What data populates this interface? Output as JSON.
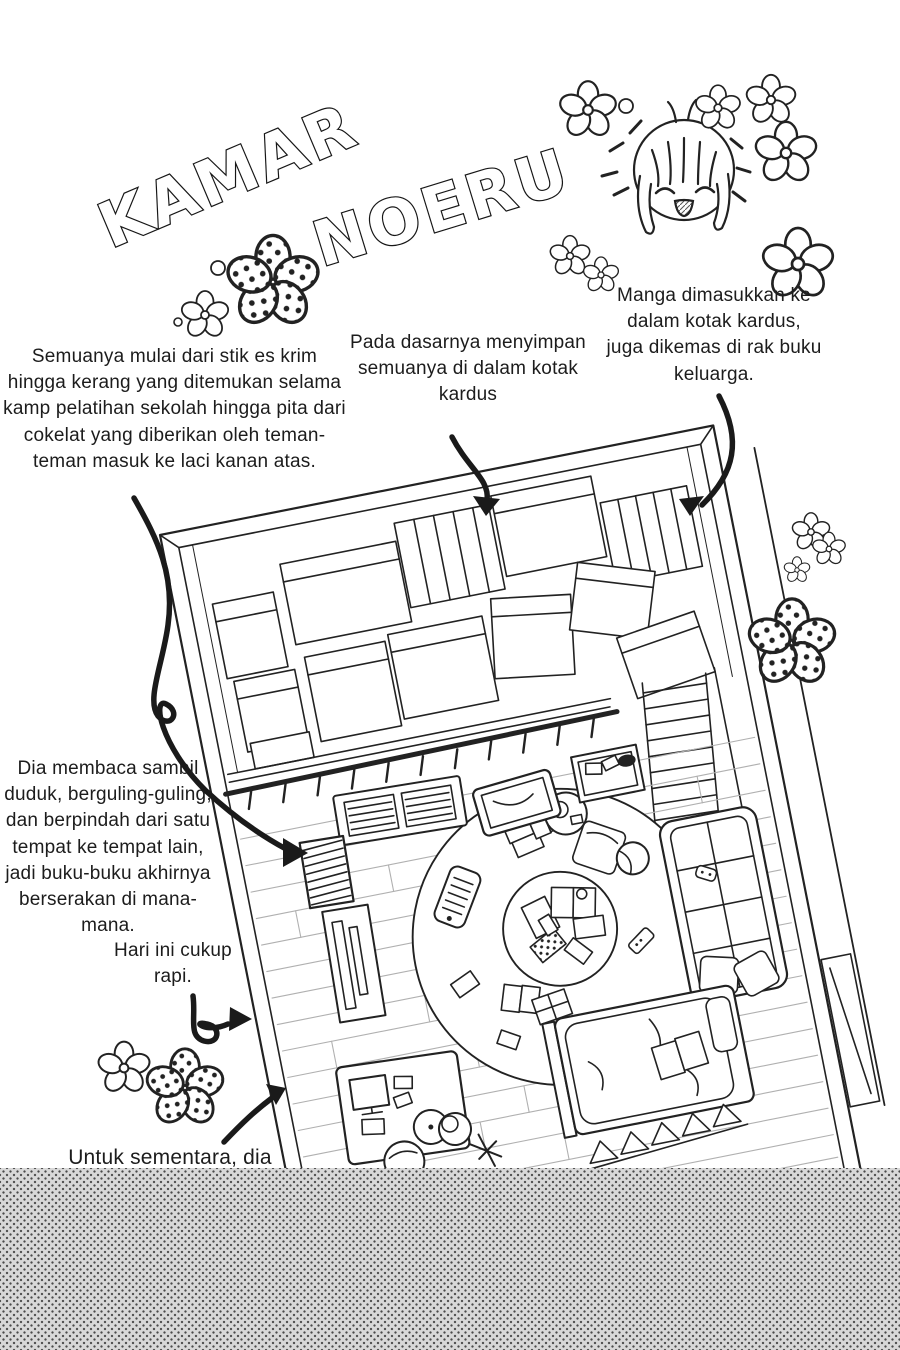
{
  "page": {
    "background": "#ffffff",
    "ink_color": "#1c1c1c",
    "halftone_color": "#d8d8d8"
  },
  "title": {
    "word1": "KAMAR",
    "word2": "NOERU"
  },
  "annotations": {
    "drawer_note": "Semuanya mulai dari stik es krim hingga kerang yang ditemukan selama kamp pelatihan sekolah hingga pita dari cokelat yang diberikan oleh teman-teman masuk ke laci kanan atas.",
    "boxes_note": "Pada dasarnya menyimpan semuanya di dalam kotak kardus",
    "manga_note": "Manga dimasukkan ke dalam kotak kardus, juga dikemas di rak buku keluarga.",
    "reading_note": "Dia membaca sambil duduk, berguling-guling, dan berpindah dari satu tempat ke tempat lain, jadi buku-buku akhirnya berserakan di mana-mana.",
    "tidy_note": "Hari ini cukup rapi.",
    "bottom_note": "Untuk sementara, dia"
  }
}
